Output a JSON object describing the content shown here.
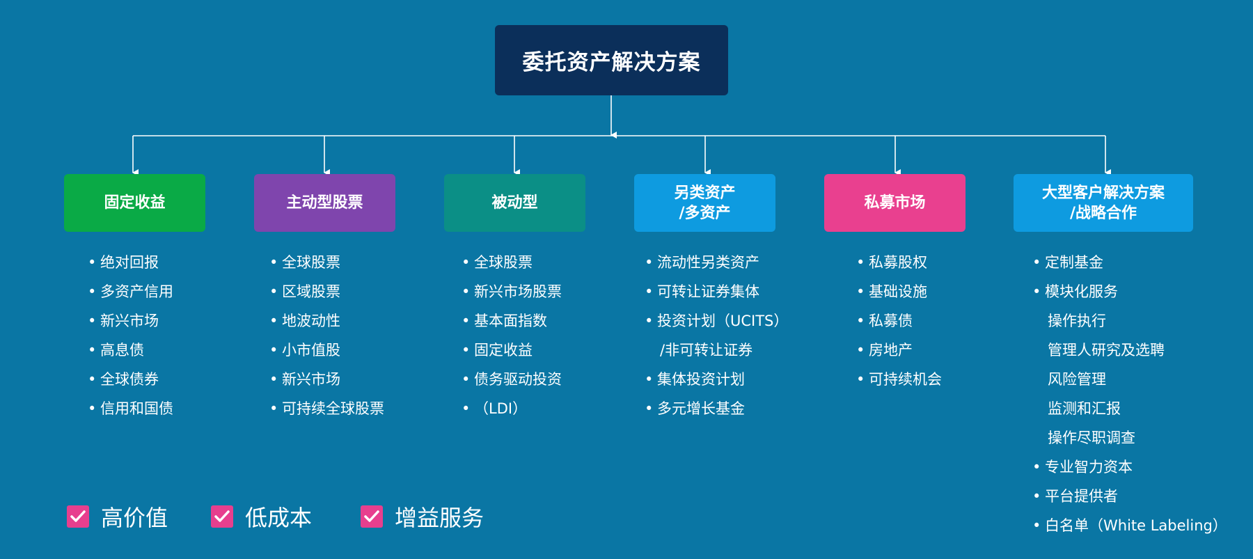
{
  "root": {
    "title": "委托资产解决方案"
  },
  "categories": [
    {
      "title": "固定收益",
      "color": "#0aaa46",
      "items": [
        {
          "text": "绝对回报",
          "bullet": true
        },
        {
          "text": "多资产信用",
          "bullet": true
        },
        {
          "text": "新兴市场",
          "bullet": true
        },
        {
          "text": "高息债",
          "bullet": true
        },
        {
          "text": "全球债券",
          "bullet": true
        },
        {
          "text": "信用和国债",
          "bullet": true
        }
      ]
    },
    {
      "title": "主动型股票",
      "color": "#7f45ad",
      "items": [
        {
          "text": "全球股票",
          "bullet": true
        },
        {
          "text": "区域股票",
          "bullet": true
        },
        {
          "text": "地波动性",
          "bullet": true
        },
        {
          "text": "小市值股",
          "bullet": true
        },
        {
          "text": "新兴市场",
          "bullet": true
        },
        {
          "text": "可持续全球股票",
          "bullet": true
        }
      ]
    },
    {
      "title": "被动型",
      "color": "#0b8f86",
      "items": [
        {
          "text": "全球股票",
          "bullet": true
        },
        {
          "text": "新兴市场股票",
          "bullet": true
        },
        {
          "text": "基本面指数",
          "bullet": true
        },
        {
          "text": "固定收益",
          "bullet": true
        },
        {
          "text": "债务驱动投资",
          "bullet": true
        },
        {
          "text": "（LDI）",
          "bullet": true
        }
      ]
    },
    {
      "title": "另类资产\n/多资产",
      "color": "#0e9be0",
      "items": [
        {
          "text": "流动性另类资产",
          "bullet": true
        },
        {
          "text": "可转让证券集体",
          "bullet": true
        },
        {
          "text": "投资计划（UCITS）",
          "bullet": true
        },
        {
          "text": "/非可转让证券",
          "bullet": false
        },
        {
          "text": "集体投资计划",
          "bullet": true
        },
        {
          "text": "多元增长基金",
          "bullet": true
        }
      ]
    },
    {
      "title": "私募市场",
      "color": "#e9408f",
      "items": [
        {
          "text": "私募股权",
          "bullet": true
        },
        {
          "text": "基础设施",
          "bullet": true
        },
        {
          "text": "私募债",
          "bullet": true
        },
        {
          "text": "房地产",
          "bullet": true
        },
        {
          "text": "可持续机会",
          "bullet": true
        }
      ]
    },
    {
      "title": "大型客户解决方案\n/战略合作",
      "color": "#0e9be0",
      "items": [
        {
          "text": "定制基金",
          "bullet": true
        },
        {
          "text": "模块化服务",
          "bullet": true
        },
        {
          "text": "操作执行",
          "bullet": false
        },
        {
          "text": "管理人研究及选聘",
          "bullet": false
        },
        {
          "text": "风险管理",
          "bullet": false
        },
        {
          "text": "监测和汇报",
          "bullet": false
        },
        {
          "text": "操作尽职调查",
          "bullet": false
        },
        {
          "text": "专业智力资本",
          "bullet": true
        },
        {
          "text": "平台提供者",
          "bullet": true
        },
        {
          "text": "白名单（White Labeling）",
          "bullet": true
        }
      ]
    }
  ],
  "checks": [
    {
      "label": "高价值",
      "icon": "checkmark-icon"
    },
    {
      "label": "低成本",
      "icon": "checkmark-icon"
    },
    {
      "label": "增益服务",
      "icon": "checkmark-icon"
    }
  ]
}
